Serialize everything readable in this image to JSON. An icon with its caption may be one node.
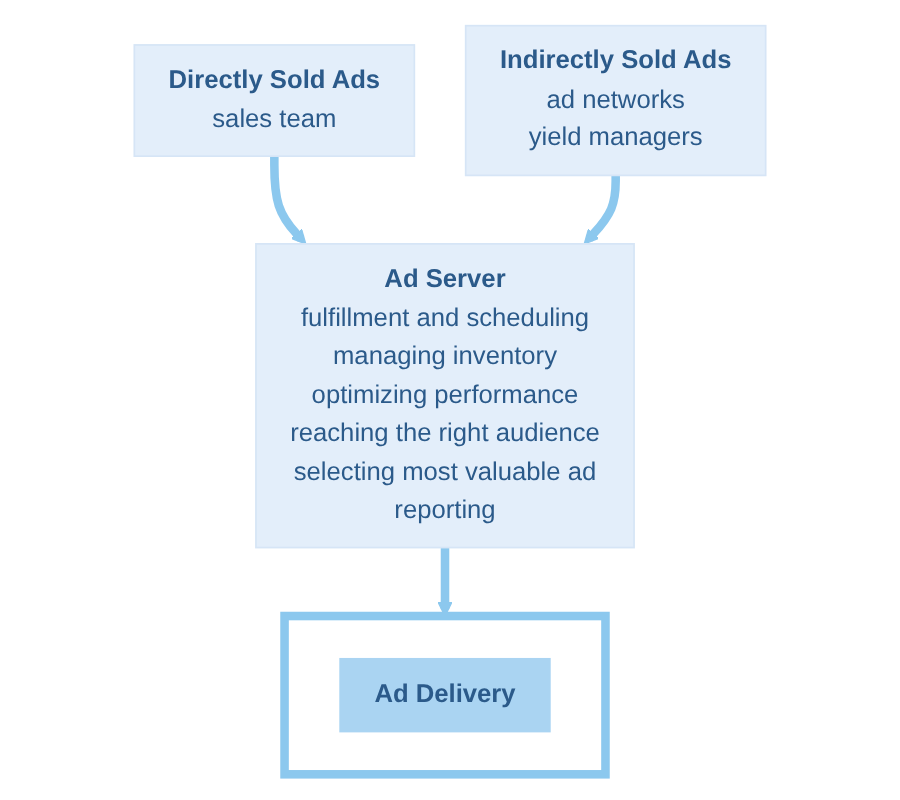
{
  "diagram": {
    "nodes": [
      {
        "text": [
          "Directly Sold Ads",
          "sales team"
        ]
      },
      {
        "text": [
          "Indirectly Sold Ads",
          "ad networks",
          "yield managers"
        ]
      },
      {
        "text": [
          "Ad Server",
          "fulfillment and scheduling",
          "managing inventory",
          "optimizing performance",
          "reaching the right audience",
          "selecting most valuable ad",
          "reporting"
        ]
      },
      {
        "text": [],
        "shape": "box"
      },
      {
        "text": [
          "Ad Delivery"
        ],
        "in": 3
      }
    ],
    "edges": [
      {
        "from": 0,
        "to": 2,
        "arrow": "to"
      },
      {
        "from": 1,
        "to": 2,
        "arrow": "to"
      },
      {
        "from": 2,
        "to": 3,
        "arrow": "to"
      }
    ]
  }
}
